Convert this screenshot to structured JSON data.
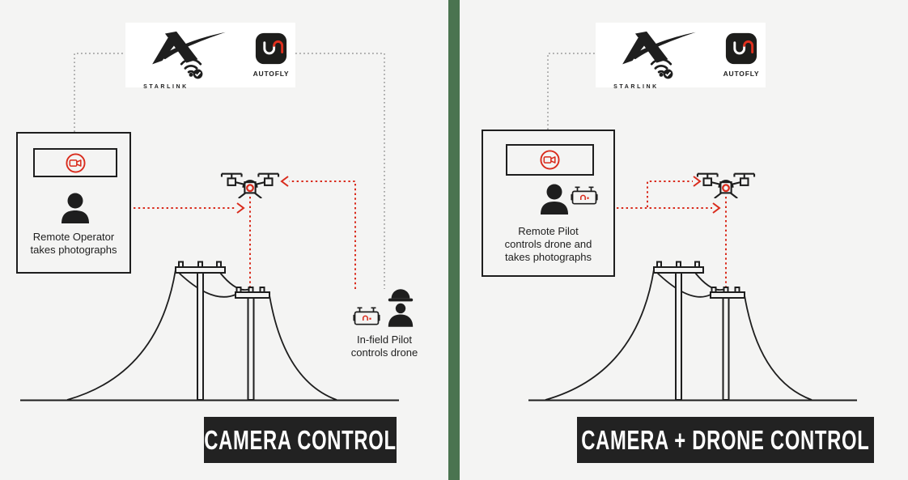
{
  "colors": {
    "background": "#f4f4f3",
    "divider_green": "#4a7450",
    "accent_red": "#d92b1c",
    "ink": "#1e1e1e",
    "title_bar_bg": "#222222",
    "title_text": "#ffffff",
    "logo_card_bg": "#ffffff",
    "connector_gray": "#979797"
  },
  "logos": {
    "starlink_label": "STARLINK",
    "autofly_label": "AUTOFLY"
  },
  "icons": [
    "starlink-x-icon",
    "wifi-check-icon",
    "autofly-app-icon",
    "video-camera-icon",
    "person-icon",
    "controller-icon",
    "drone-icon",
    "hardhat-person-icon"
  ],
  "panels": [
    {
      "title": "CAMERA CONTROL",
      "operator_lines": [
        "Remote Operator",
        "takes photographs"
      ],
      "field_pilot_lines": [
        "In-field Pilot",
        "controls drone"
      ]
    },
    {
      "title": "CAMERA + DRONE CONTROL",
      "operator_lines": [
        "Remote Pilot",
        "controls drone and",
        "takes photographs"
      ]
    }
  ]
}
